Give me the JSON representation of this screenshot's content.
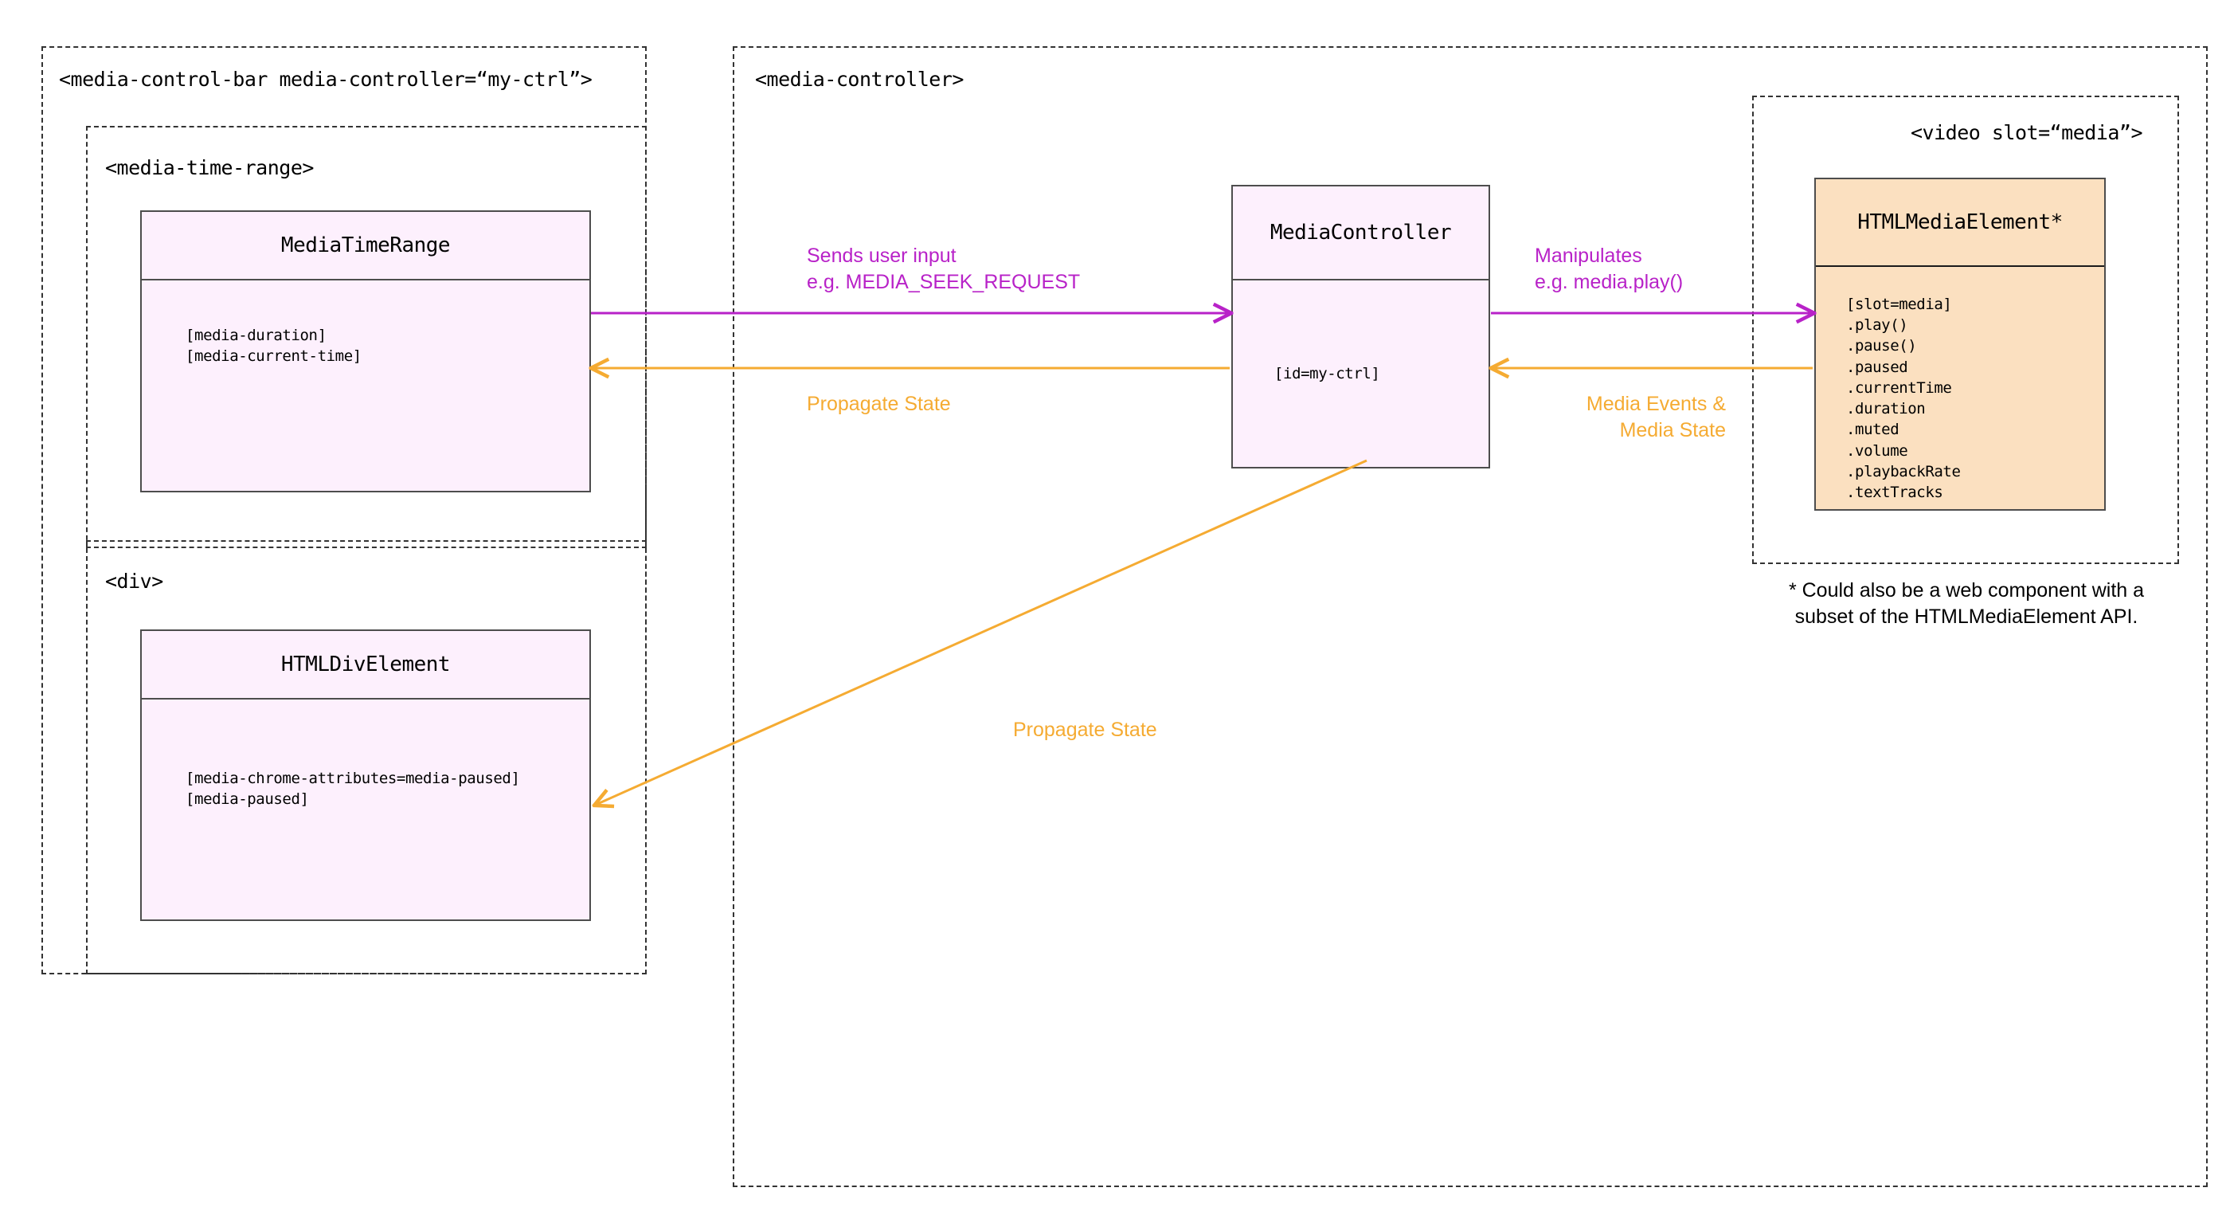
{
  "diagram": {
    "title": "Media Chrome architecture — MediaController state propagation",
    "colors": {
      "purple": "#b822c8",
      "orange": "#f5ab32",
      "pink_fill": "#fdf0fd",
      "orange_fill": "#fbe0c0",
      "box_stroke": "#4d4d4d",
      "dash_stroke": "#333333"
    }
  },
  "containers": {
    "media_control_bar": {
      "label": "<media-control-bar media-controller=“my-ctrl”>"
    },
    "media_time_range": {
      "label": "<media-time-range>"
    },
    "div": {
      "label": "<div>"
    },
    "media_controller": {
      "label": "<media-controller>"
    },
    "video_slot": {
      "label": "<video slot=“media”>"
    }
  },
  "classes": {
    "media_time_range": {
      "title": "MediaTimeRange",
      "attributes": [
        "[media-duration]",
        "[media-current-time]"
      ]
    },
    "html_div_element": {
      "title": "HTMLDivElement",
      "attributes": [
        "[media-chrome-attributes=media-paused]",
        "[media-paused]"
      ]
    },
    "media_controller": {
      "title": "MediaController",
      "attributes": [
        "[id=my-ctrl]"
      ]
    },
    "html_media_element": {
      "title": "HTMLMediaElement*",
      "attributes": [
        "[slot=media]",
        ".play()",
        ".pause()",
        ".paused",
        ".currentTime",
        ".duration",
        ".muted",
        ".volume",
        ".playbackRate",
        ".textTracks"
      ]
    }
  },
  "edges": {
    "sends_user_input": {
      "line1": "Sends user input",
      "line2": "e.g. MEDIA_SEEK_REQUEST"
    },
    "propagate_state_left": {
      "label": "Propagate State"
    },
    "manipulates": {
      "line1": "Manipulates",
      "line2": "e.g. media.play()"
    },
    "media_events": {
      "line1": "Media Events &",
      "line2": "Media State"
    },
    "propagate_state_diagonal": {
      "label": "Propagate State"
    }
  },
  "footnote": {
    "text": "* Could also be a web component with a\nsubset of the HTMLMediaElement API."
  }
}
